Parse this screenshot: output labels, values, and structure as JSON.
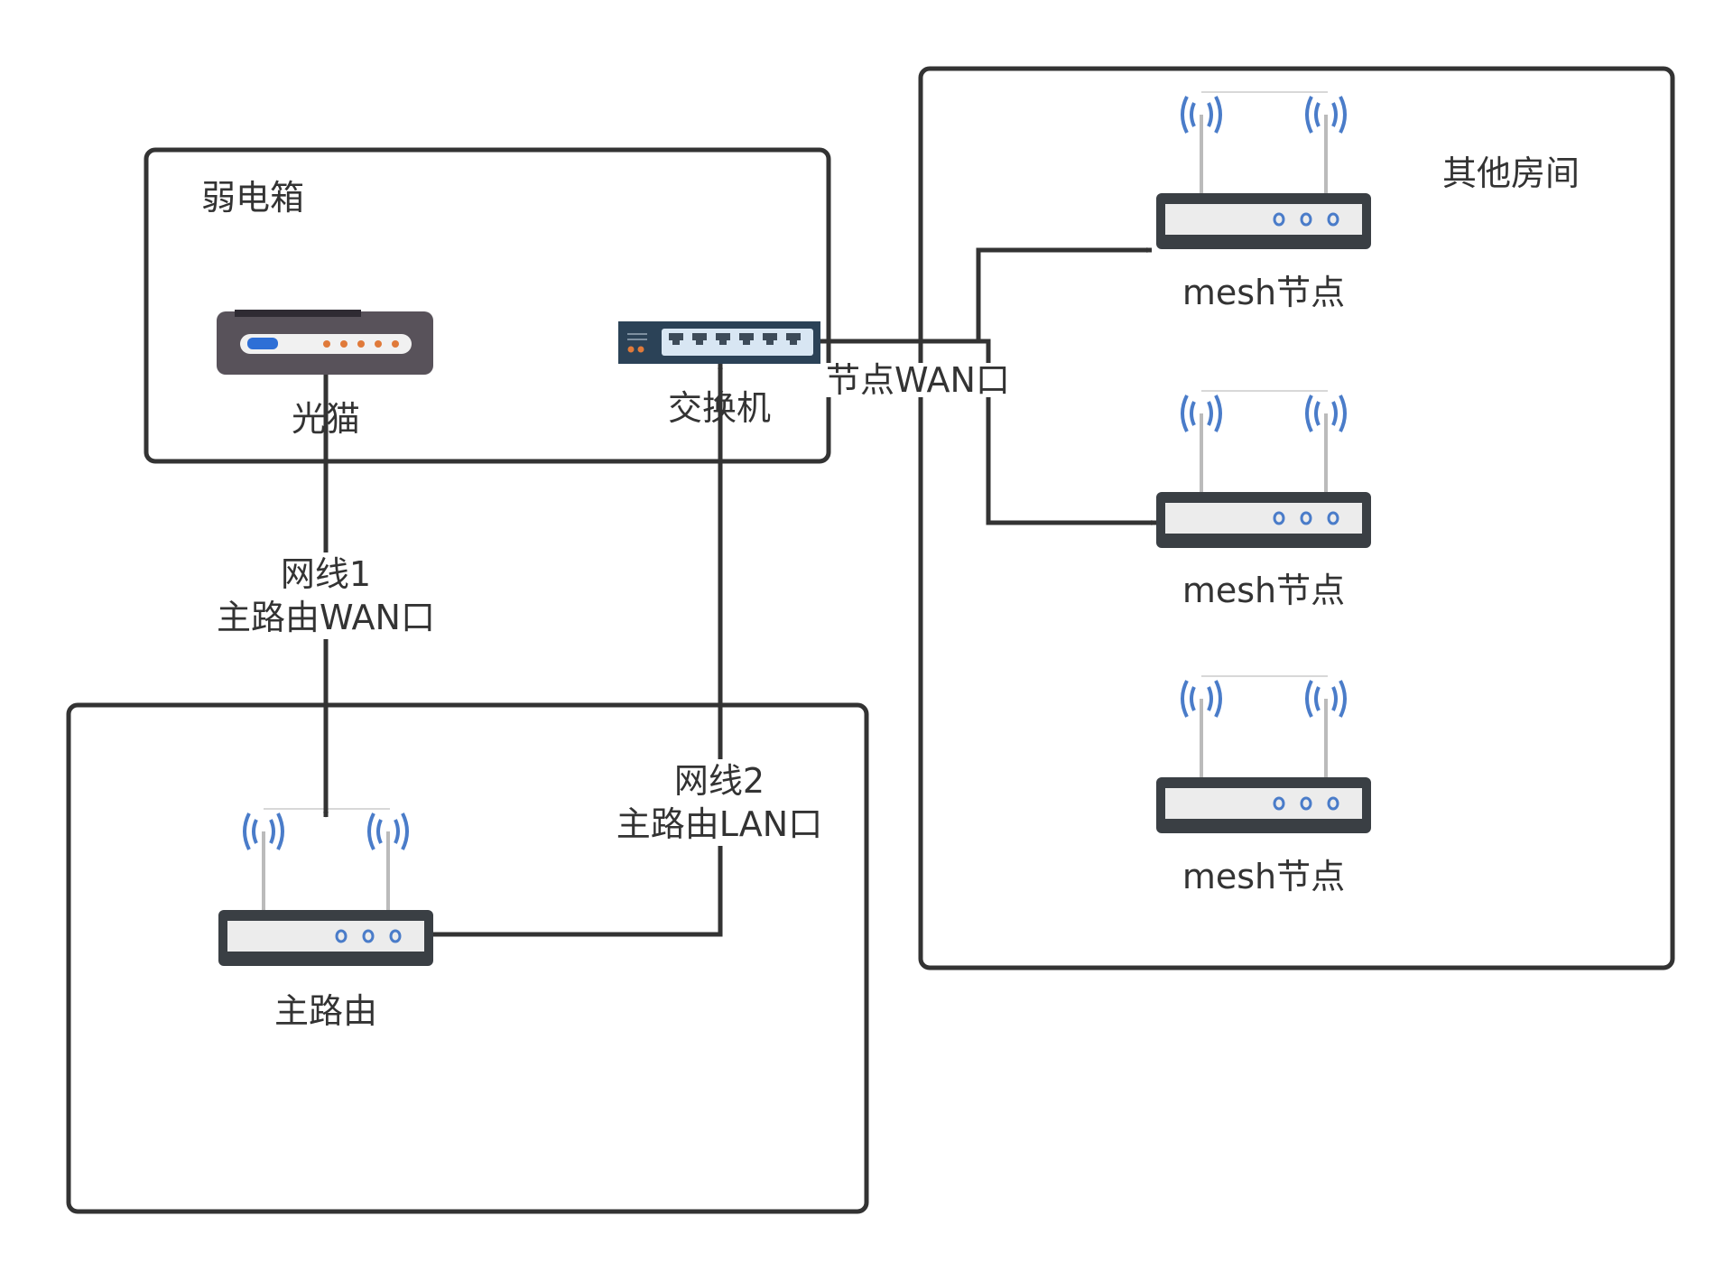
{
  "containers": {
    "weak_box": "弱电箱",
    "other_rooms": "其他房间"
  },
  "devices": {
    "modem": "光猫",
    "switch": "交换机",
    "main_router": "主路由",
    "mesh_nodes": [
      "mesh节点",
      "mesh节点",
      "mesh节点"
    ]
  },
  "edges": {
    "cable1_line1": "网线1",
    "cable1_line2": "主路由WAN口",
    "cable2_line1": "网线2",
    "cable2_line2": "主路由LAN口",
    "node_wan": "节点WAN口"
  },
  "colors": {
    "stroke": "#333333",
    "router_body": "#3a3f44",
    "signal": "#4a7cc9",
    "switch_body": "#2b4257",
    "modem_body": "#58525a",
    "port_orange": "#e07a3a"
  }
}
